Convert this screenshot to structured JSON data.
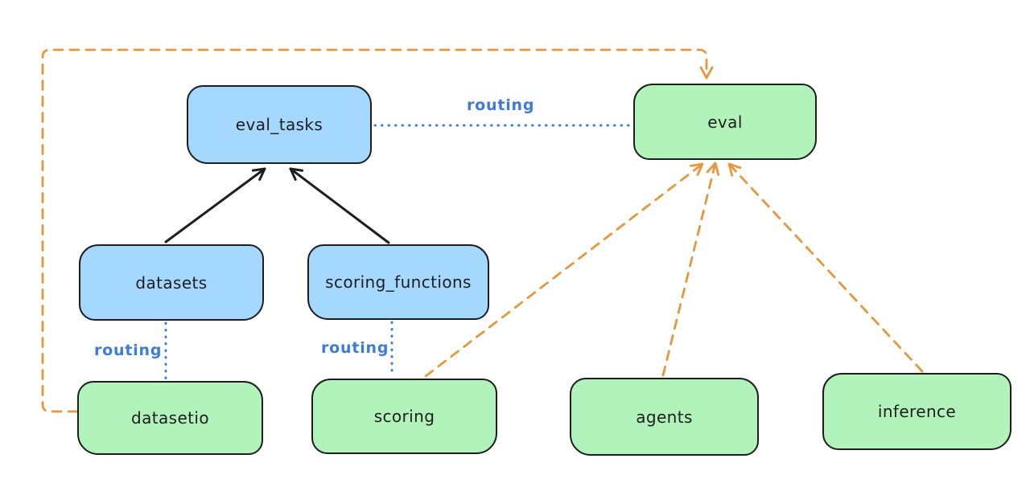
{
  "diagram": {
    "nodes": {
      "eval_tasks": {
        "label": "eval_tasks",
        "color": "blue"
      },
      "eval": {
        "label": "eval",
        "color": "green"
      },
      "datasets": {
        "label": "datasets",
        "color": "blue"
      },
      "scoring_functions": {
        "label": "scoring_functions",
        "color": "blue"
      },
      "datasetio": {
        "label": "datasetio",
        "color": "green"
      },
      "scoring": {
        "label": "scoring",
        "color": "green"
      },
      "agents": {
        "label": "agents",
        "color": "green"
      },
      "inference": {
        "label": "inference",
        "color": "green"
      }
    },
    "edge_labels": {
      "eval_tasks_eval": "routing",
      "datasets_datasetio": "routing",
      "scoring_functions_scoring": "routing"
    }
  },
  "colors": {
    "node_stroke": "#1e1e1e",
    "blue_fill": "#a5d8ff",
    "green_fill": "#b2f2bb",
    "routing_blue": "#3d7bd9",
    "arrow_orange": "#e8963c",
    "arrow_black": "#1e1e1e",
    "canvas_bg": "#ffffff"
  }
}
